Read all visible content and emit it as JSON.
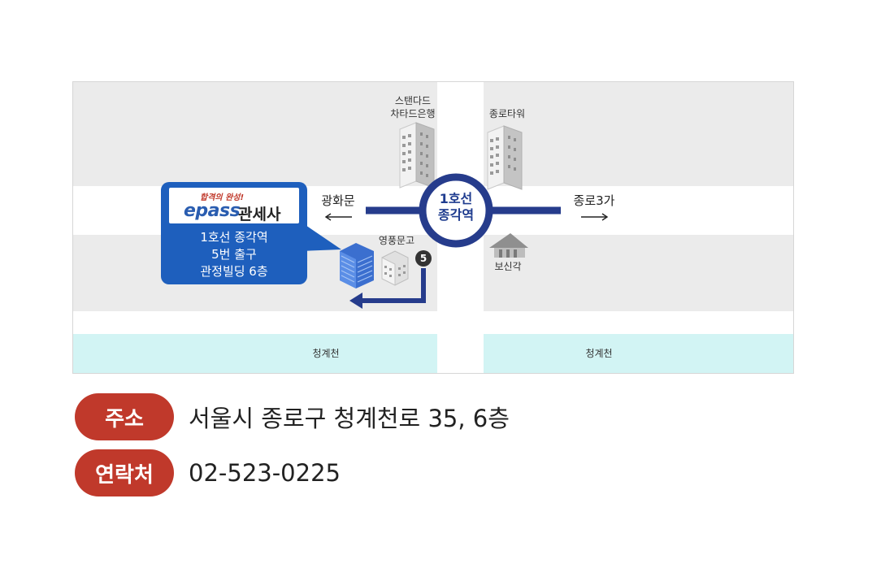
{
  "map": {
    "station": {
      "line1": "1호선",
      "line2": "종각역"
    },
    "directions": {
      "west": "광화문",
      "east": "종로3가"
    },
    "buildings": {
      "standard_chartered": [
        "스탠다드",
        "차타드은행"
      ],
      "jongno_tower": "종로타워",
      "youngpoong": "영풍문고",
      "bosingak": "보신각"
    },
    "exit_number": "5",
    "stream_labels": [
      "청계천",
      "청계천"
    ],
    "callout": {
      "slogan": "합격의 완성!",
      "logo_brand": "epass",
      "logo_suffix": "관세사",
      "lines": [
        "1호선 종각역",
        "5번 출구",
        "관정빌딩 6층"
      ]
    },
    "colors": {
      "block": "#ebebeb",
      "stream": "#d2f4f4",
      "line1": "#263c8c",
      "callout": "#1e5fbd"
    }
  },
  "info": {
    "address_label": "주소",
    "address": "서울시 종로구 청계천로 35, 6층",
    "contact_label": "연락처",
    "phone": "02-523-0225"
  },
  "colors": {
    "pill": "#c0392b"
  }
}
